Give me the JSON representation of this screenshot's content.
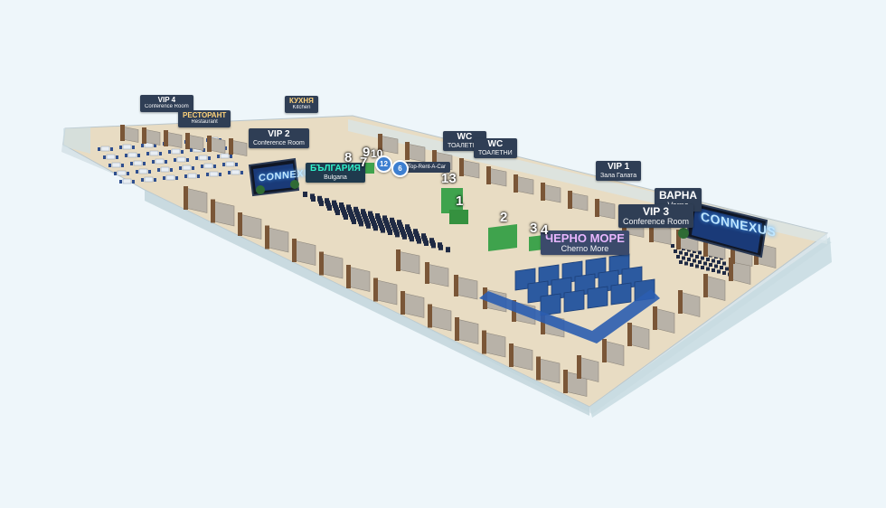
{
  "labels": {
    "vip4": {
      "title": "VIP 4",
      "sub": "Conference Room"
    },
    "restaurant": {
      "title": "РЕСТОРАНТ",
      "sub": "Restaurant"
    },
    "kitchen": {
      "title": "КУХНЯ",
      "sub": "Kitchen"
    },
    "vip2": {
      "title": "VIP 2",
      "sub": "Conference Room"
    },
    "wc1": {
      "title": "WC",
      "sub": "ТОАЛЕТНИ"
    },
    "wc2": {
      "title": "WC",
      "sub": "ТОАЛЕТНИ"
    },
    "vip1": {
      "title": "VIP 1",
      "sub": "Зала Галата"
    },
    "bulgaria": {
      "title": "БЪЛГАРИЯ",
      "sub": "Bulgaria"
    },
    "varna": {
      "title": "ВАРНА",
      "sub": "Varna"
    },
    "vip3": {
      "title": "VIP 3",
      "sub": "Conference Room"
    },
    "cherno_more": {
      "title": "ЧЕРНО МОРЕ",
      "sub": "Cherno More"
    }
  },
  "markers": {
    "n8": "8",
    "n7": "7",
    "n9": "9",
    "n10": "10",
    "n13": "13",
    "n1": "1",
    "n2": "2",
    "n3": "3",
    "n4": "4"
  },
  "pins": {
    "p12": {
      "num": "12"
    },
    "p6": {
      "num": "6",
      "text": "Top-Rent-A-Car"
    }
  },
  "screens": {
    "left": "CONNEXUS",
    "right": "CONNEXUS"
  },
  "colors": {
    "background": "#eef6fa",
    "floor": "#e8dcc3",
    "wall_glass": "#cfe0e6",
    "booth_panel": "#b8b2a8",
    "booth_wood": "#7a5637",
    "label_bg": "#2f3e55",
    "cherno_more_block": "#2c5aa0",
    "green_stand": "#3fa34d"
  }
}
